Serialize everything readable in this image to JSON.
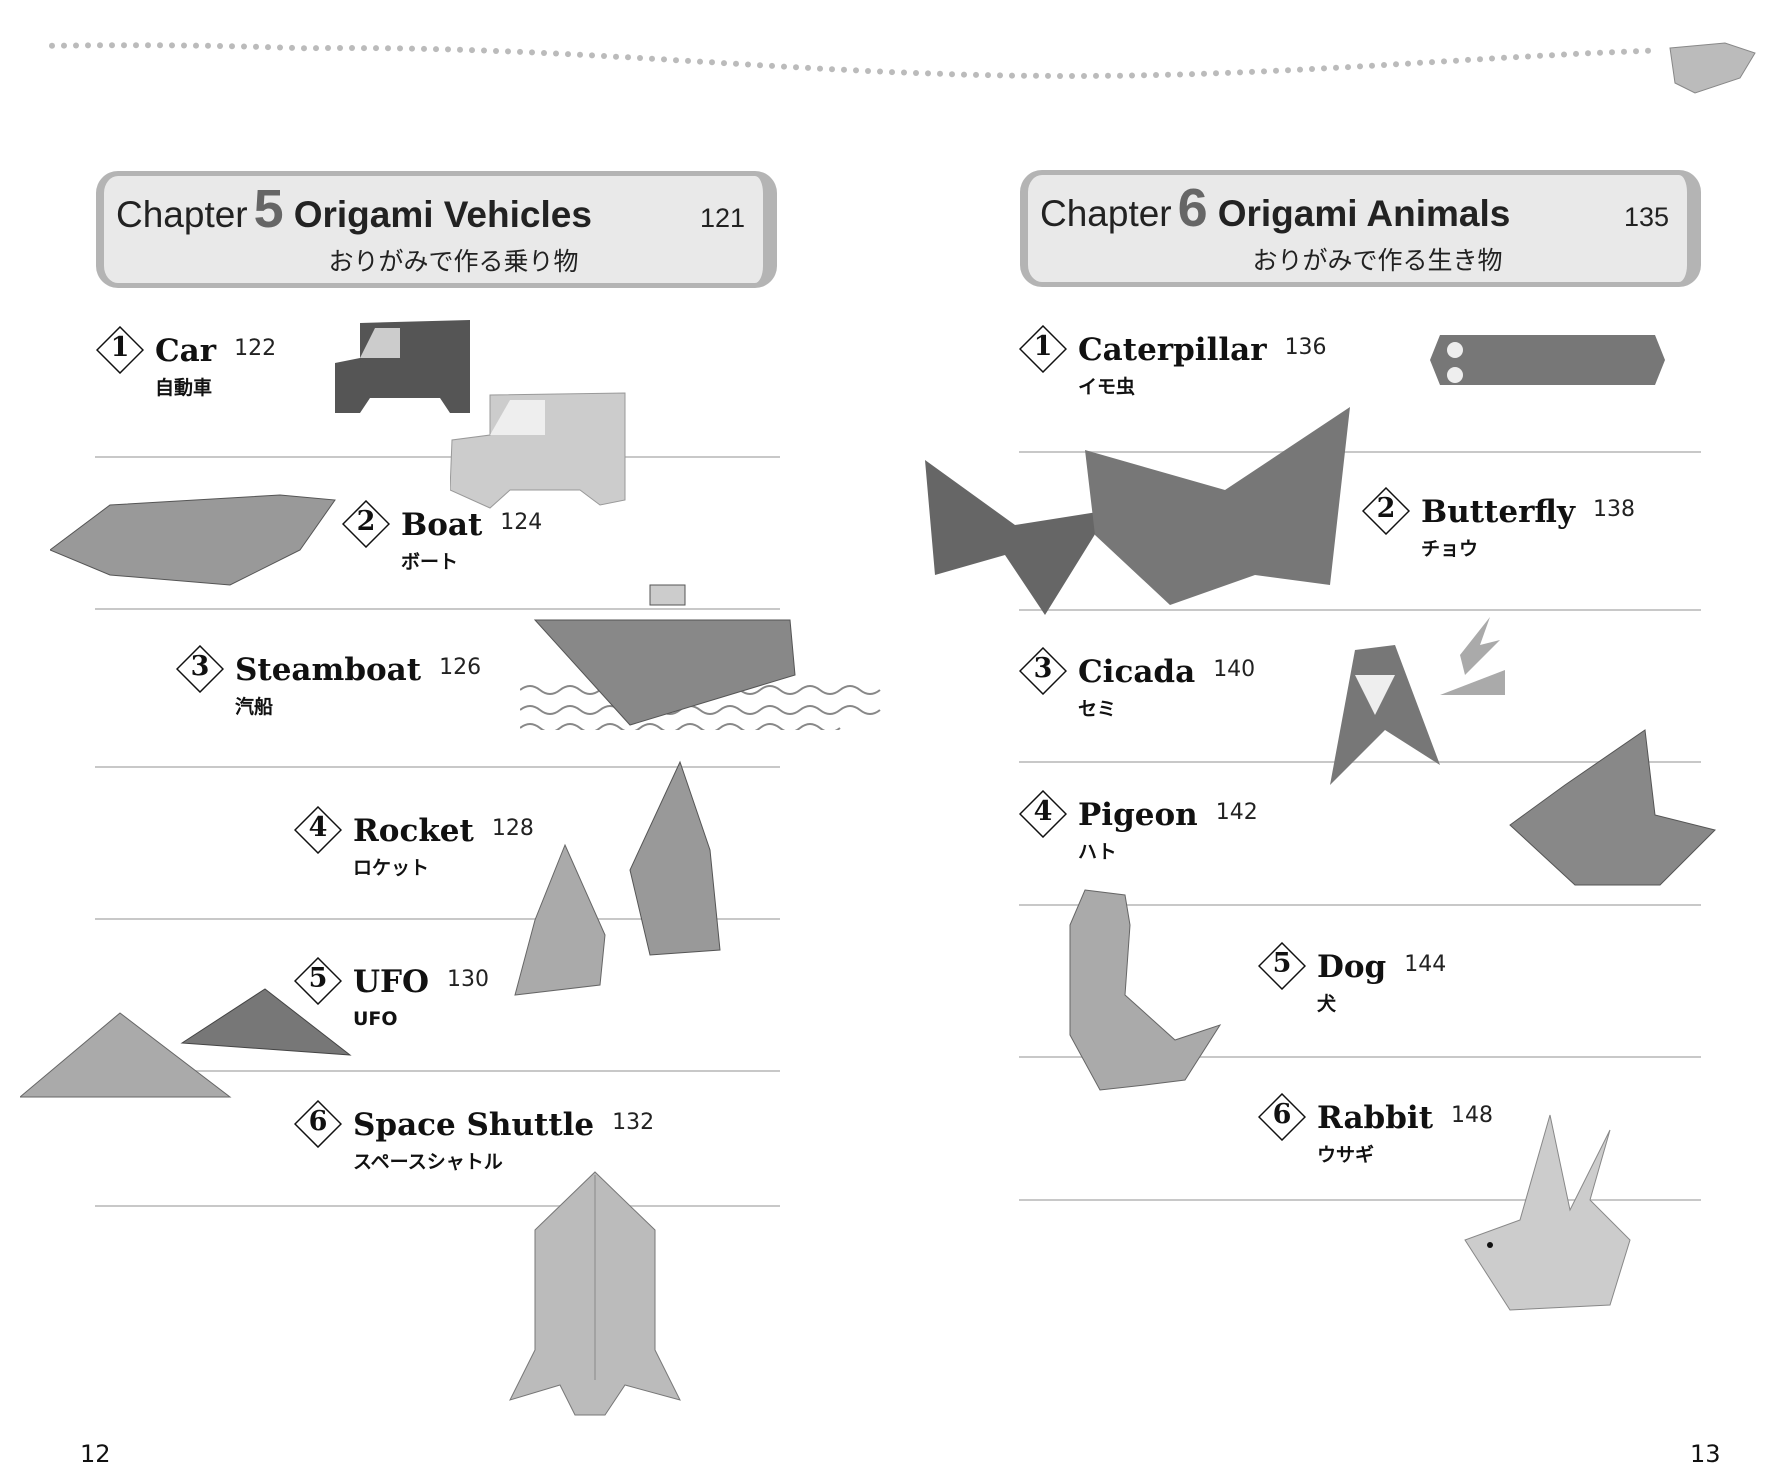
{
  "left_page": {
    "chapter_word": "Chapter",
    "chapter_number": "5",
    "chapter_title": "Origami Vehicles",
    "chapter_page": "121",
    "chapter_jp": "おりがみで作る乗り物",
    "entries": [
      {
        "num": "1",
        "title": "Car",
        "page": "122",
        "jp": "自動車"
      },
      {
        "num": "2",
        "title": "Boat",
        "page": "124",
        "jp": "ボート"
      },
      {
        "num": "3",
        "title": "Steamboat",
        "page": "126",
        "jp": "汽船"
      },
      {
        "num": "4",
        "title": "Rocket",
        "page": "128",
        "jp": "ロケット"
      },
      {
        "num": "5",
        "title": "UFO",
        "page": "130",
        "jp": "UFO"
      },
      {
        "num": "6",
        "title": "Space Shuttle",
        "page": "132",
        "jp": "スペースシャトル"
      }
    ],
    "page_number": "12"
  },
  "right_page": {
    "chapter_word": "Chapter",
    "chapter_number": "6",
    "chapter_title": "Origami Animals",
    "chapter_page": "135",
    "chapter_jp": "おりがみで作る生き物",
    "entries": [
      {
        "num": "1",
        "title": "Caterpillar",
        "page": "136",
        "jp": "イモ虫"
      },
      {
        "num": "2",
        "title": "Butterfly",
        "page": "138",
        "jp": "チョウ"
      },
      {
        "num": "3",
        "title": "Cicada",
        "page": "140",
        "jp": "セミ"
      },
      {
        "num": "4",
        "title": "Pigeon",
        "page": "142",
        "jp": "ハト"
      },
      {
        "num": "5",
        "title": "Dog",
        "page": "144",
        "jp": "犬"
      },
      {
        "num": "6",
        "title": "Rabbit",
        "page": "148",
        "jp": "ウサギ"
      }
    ],
    "page_number": "13"
  }
}
